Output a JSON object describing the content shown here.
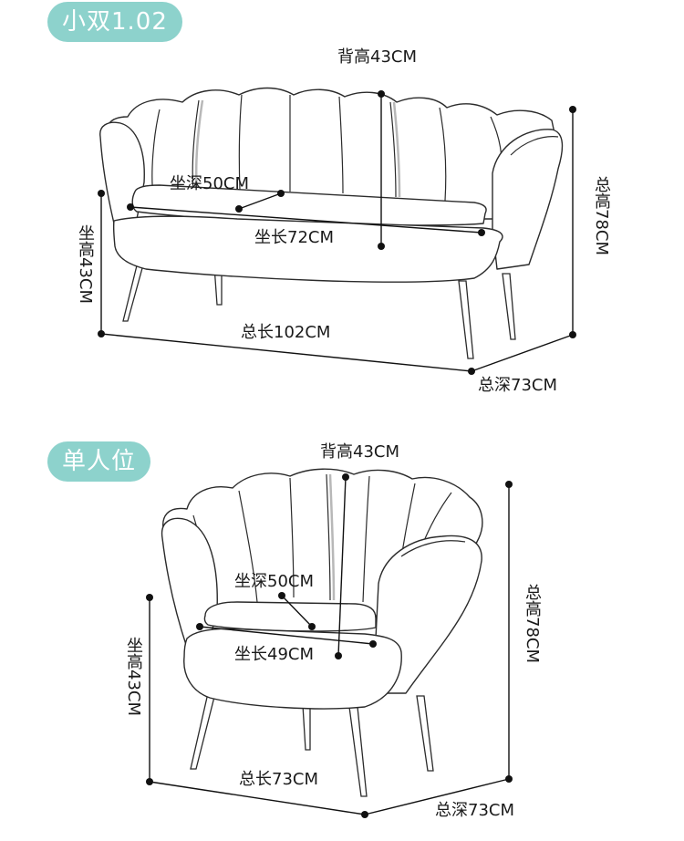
{
  "sofa": {
    "title": "小双1.02",
    "back_height": "背高43CM",
    "seat_depth": "坐深50CM",
    "seat_length": "坐长72CM",
    "seat_height": "坐高43CM",
    "total_height": "总高78CM",
    "total_length": "总长102CM",
    "total_depth": "总深73CM"
  },
  "chair": {
    "title": "单人位",
    "back_height": "背高43CM",
    "seat_depth": "坐深50CM",
    "seat_length": "坐长49CM",
    "seat_height": "坐高43CM",
    "total_height": "总高78CM",
    "total_length": "总长73CM",
    "total_depth": "总深73CM"
  },
  "colors": {
    "badge": "#8dd2cc",
    "line": "#2b2b2b"
  }
}
